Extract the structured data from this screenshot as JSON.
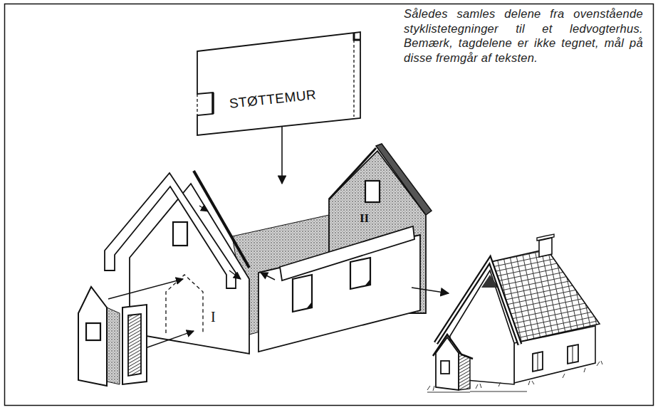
{
  "diagram": {
    "caption": "Således samles delene fra ovenstående styklistetegninger til et ledvogterhus. Bemærk, tagdelene er ikke tegnet, mål på disse fremgår af teksten.",
    "nodes": [
      {
        "text": [
          "STØTTEMUR"
        ]
      },
      {
        "text": [
          "I"
        ]
      },
      {
        "text": [
          "II"
        ]
      }
    ]
  }
}
